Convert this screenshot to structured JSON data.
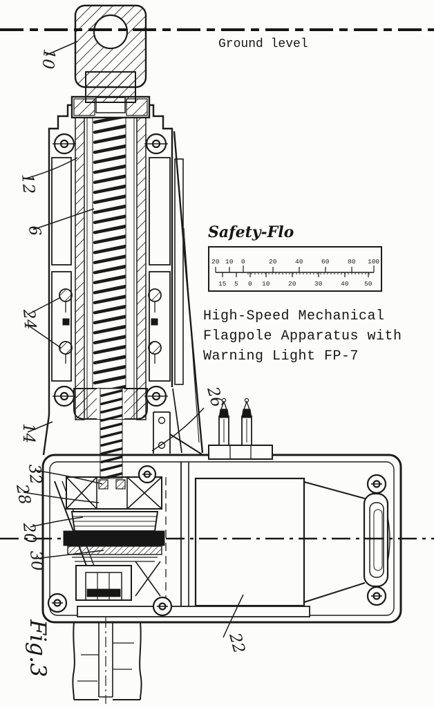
{
  "figure_label": "Fig.3",
  "annotations": {
    "ground_level": "Ground level",
    "brand": "Safety-Flo",
    "title_lines": [
      "High-Speed Mechanical",
      "Flagpole Apparatus with",
      "Warning Light FP-7"
    ]
  },
  "scale_bar": {
    "top_values": [
      "20",
      "10",
      "0",
      "20",
      "40",
      "60",
      "80",
      "100"
    ],
    "bottom_values": [
      "15",
      "5",
      "0",
      "10",
      "20",
      "30",
      "40",
      "50"
    ]
  },
  "callouts": [
    {
      "ref": "10"
    },
    {
      "ref": "12"
    },
    {
      "ref": "6"
    },
    {
      "ref": "24"
    },
    {
      "ref": "14"
    },
    {
      "ref": "32"
    },
    {
      "ref": "28"
    },
    {
      "ref": "20"
    },
    {
      "ref": "30"
    },
    {
      "ref": "26"
    },
    {
      "ref": "22"
    }
  ],
  "colors": {
    "ink": "#1b1b1b",
    "paper": "#fcfcfa"
  }
}
